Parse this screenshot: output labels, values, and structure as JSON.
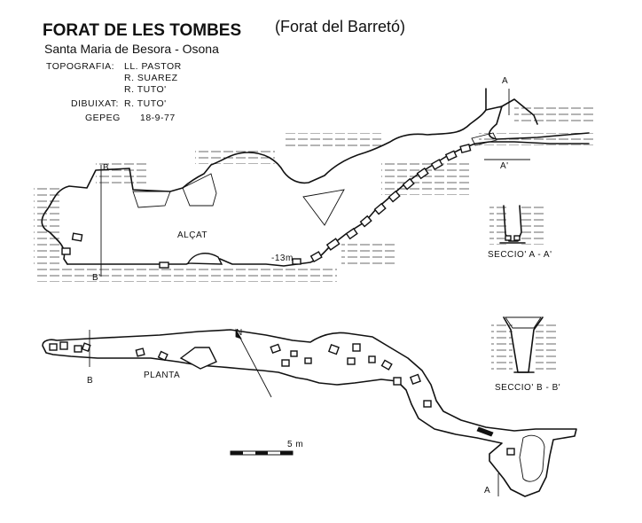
{
  "header": {
    "title": "FORAT DE LES TOMBES",
    "alt_name": "(Forat del Barretó)",
    "location": "Santa Maria de Besora - Osona"
  },
  "credits": {
    "topografia_label": "TOPOGRAFIA:",
    "topografia_names": [
      "LL. PASTOR",
      "R. SUAREZ",
      "R. TUTO'"
    ],
    "dibuixat_label": "DIBUIXAT:",
    "dibuixat_name": "R. TUTO'",
    "group": "GEPEG",
    "date": "18-9-77"
  },
  "elevation": {
    "label": "ALÇAT",
    "depth": "-13m",
    "section_b": "B",
    "section_b_prime": "B'",
    "section_a": "A",
    "section_a_prime": "A'"
  },
  "plan": {
    "label": "PLANTA",
    "north": "N",
    "section_b": "B",
    "section_a": "A"
  },
  "sections": {
    "aa_label": "SECCIO' A - A'",
    "bb_label": "SECCIO' B - B'"
  },
  "scale": {
    "label": "5 m",
    "meters": 5
  }
}
